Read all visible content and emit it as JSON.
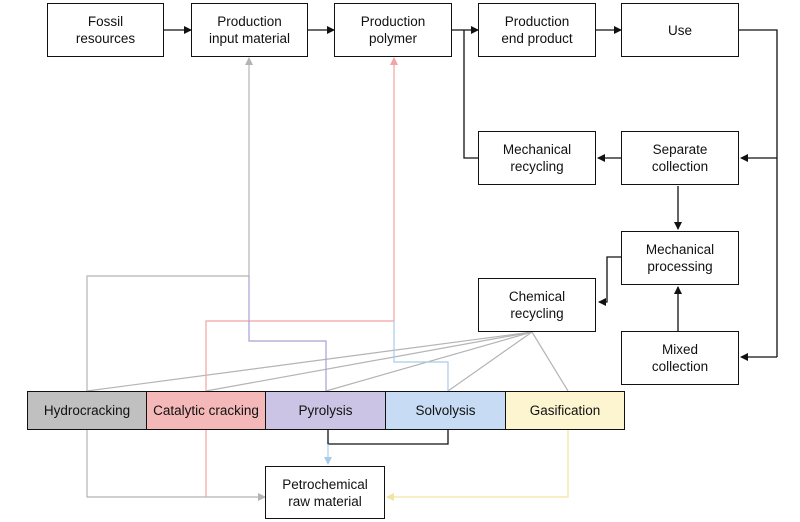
{
  "nodes": {
    "fossil": "Fossil\nresources",
    "prod_input": "Production\ninput material",
    "prod_polymer": "Production\npolymer",
    "prod_end": "Production\nend product",
    "use": "Use",
    "mech_recycling": "Mechanical\nrecycling",
    "separate_collection": "Separate\ncollection",
    "mech_processing": "Mechanical\nprocessing",
    "chem_recycling": "Chemical\nrecycling",
    "mixed_collection": "Mixed\ncollection",
    "petrochemical": "Petrochemical\nraw material"
  },
  "processes": [
    {
      "label": "Hydrocracking",
      "color": "#c0c0c0"
    },
    {
      "label": "Catalytic cracking",
      "color": "#f4b8b8"
    },
    {
      "label": "Pyrolysis",
      "color": "#cbc4e4"
    },
    {
      "label": "Solvolysis",
      "color": "#c7dcf4"
    },
    {
      "label": "Gasification",
      "color": "#fcf5cf"
    }
  ],
  "colors": {
    "line_black": "#111111",
    "line_grey": "#b4b4b4",
    "line_red": "#f0a4a4",
    "line_purple": "#a8a0d4",
    "line_blue": "#a8cce8",
    "line_yellow": "#f0e4a0"
  }
}
